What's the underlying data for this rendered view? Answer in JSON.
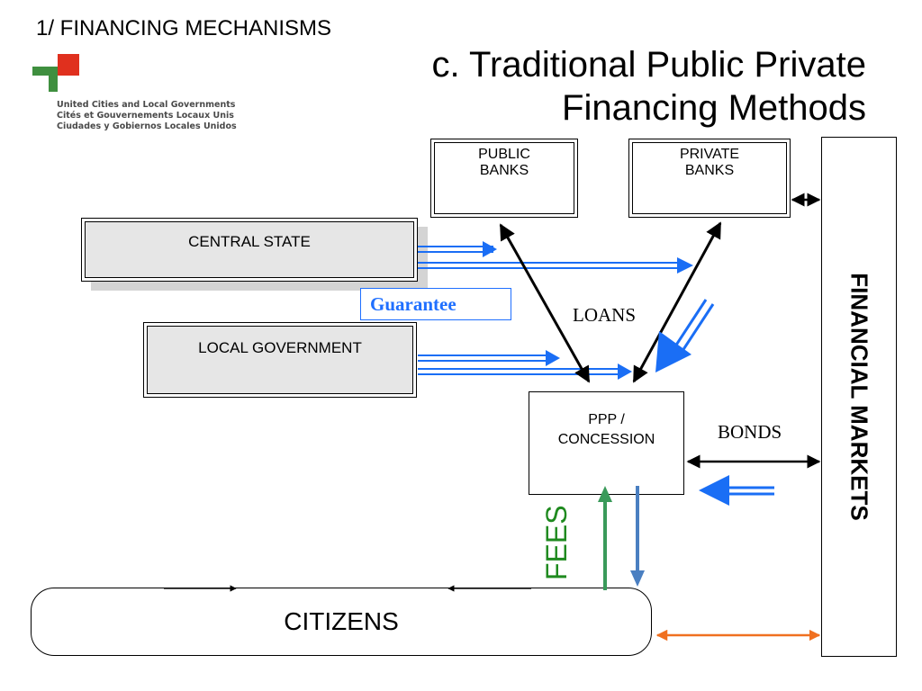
{
  "header": {
    "section": "1/ FINANCING MECHANISMS",
    "title_line1": "c. Traditional Public Private",
    "title_line2": "Financing Methods"
  },
  "logo": {
    "line1": "United Cities and Local Governments",
    "line2": "Cités et Gouvernements Locaux Unis",
    "line3": "Ciudades y Gobiernos Locales Unidos",
    "colors": {
      "red": "#e0301e",
      "green": "#3f8f3f"
    }
  },
  "nodes": {
    "public_banks": {
      "line1": "PUBLIC",
      "line2": "BANKS"
    },
    "private_banks": {
      "line1": "PRIVATE",
      "line2": "BANKS"
    },
    "central_state": "CENTRAL STATE",
    "local_government": "LOCAL GOVERNMENT",
    "ppp": {
      "line1": "PPP /",
      "line2": "CONCESSION"
    },
    "financial_markets": "FINANCIAL MARKETS",
    "citizens": "CITIZENS"
  },
  "labels": {
    "guarantee": "Guarantee",
    "loans": "LOANS",
    "bonds": "BONDS",
    "fees": "FEES"
  },
  "colors": {
    "flow_blue": "#1a6ef5",
    "fees_green": "#3a9a5a",
    "return_blue": "#4a7fc1",
    "orange": "#f07020",
    "black": "#000000"
  }
}
